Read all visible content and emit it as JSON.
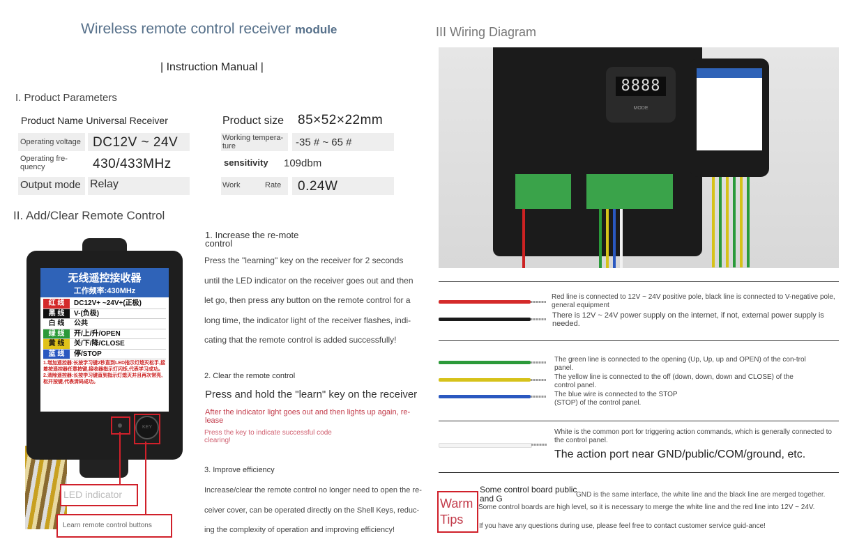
{
  "left": {
    "title": "Wireless remote control receiver",
    "title_module": "module",
    "manual": "| Instruction Manual |",
    "section1": "I. Product Parameters",
    "params": {
      "product_name_label": "Product Name",
      "product_name_value": "Universal Receiver",
      "product_size_label": "Product size",
      "product_size_value": "85×52×22mm",
      "voltage_label": "Operating voltage",
      "voltage_value": "DC12V ~ 24V",
      "temp_label": "Working tempera-ture",
      "temp_value": "-35 # ~ 65 #",
      "freq_label": "Operating fre-quency",
      "freq_value": "430/433MHz",
      "sens_label": "sensitivity",
      "sens_value": "109dbm",
      "output_label": "Output mode",
      "output_value": "Relay",
      "work_label": "Work",
      "rate_label": "Rate",
      "rate_value": "0.24W"
    },
    "section2": "II. Add/Clear Remote Control",
    "step1_title": "1. Increase the re-mote control",
    "step1_body": "Press the \"learning\" key on the receiver for 2 seconds until the LED indicator on the receiver goes out and then let go, then press any button on the remote control for a long time, the indicator light of the receiver flashes, indi-cating that the remote control is added successfully!",
    "step2_title": "2. Clear the remote control",
    "step2_body": "Press and hold the \"learn\" key on the receiver",
    "step2_red1": "After the indicator light goes out and then lights up again, re-lease",
    "step2_red2": "Press the key to indicate successful code clearing!",
    "step3_title": "3. Improve efficiency",
    "step3_body": "Increase/clear the remote control no longer need to open the re-ceiver cover, can be operated directly on the Shell Keys, reduc-ing the complexity of operation and improving efficiency!",
    "led_label": "LED indicator",
    "learn_label": "Learn remote control buttons",
    "device_label": {
      "title": "无线遥控接收器",
      "freq": "工作频率:430MHz",
      "rows": [
        {
          "name": "红 线",
          "desc": "DC12V+ ~24V+(正极)",
          "color": "#d42a2a"
        },
        {
          "name": "黑 线",
          "desc": "V-(负极)",
          "color": "#111111"
        },
        {
          "name": "白 线",
          "desc": "公共",
          "color": "#ffffff"
        },
        {
          "name": "绿 线",
          "desc": "开/上/升/OPEN",
          "color": "#2c9a3a"
        },
        {
          "name": "黄 线",
          "desc": "关/下/降/CLOSE",
          "color": "#e0c21a"
        },
        {
          "name": "蓝 线",
          "desc": "停/STOP",
          "color": "#2a58c0"
        }
      ],
      "note1": "1.增加遥控器:长按学习键2秒直到LED指示灯熄灭松手,接着按遥控器任意按键,接收器指示灯闪烁,代表学习成功。",
      "note2": "2.清除遥控器:长按学习键直到指示灯熄灭并且再次常亮,松开按键,代表清码成功。",
      "key_text": "KEY"
    }
  },
  "right": {
    "section3": "III Wiring Diagram",
    "display": "8888",
    "mode_text": "MODE",
    "wires": {
      "red_black_text1": "Red line is connected to 12V ~ 24V positive pole, black line is connected to V-negative pole, general equipment",
      "red_black_text2": "There is 12V ~ 24V power supply on the internet, if not, external power supply is needed.",
      "green_text": "The green line is connected to the opening (Up, Up, up and OPEN) of the con-trol panel.",
      "yellow_text": "The yellow line is connected to the off (down, down, down and CLOSE) of the control panel.",
      "blue_text": "The blue wire is connected to the STOP (STOP) of the control panel.",
      "white_text1": "White is the common port for triggering action commands, which is generally connected to the control panel.",
      "white_text2": "The action port near GND/public/COM/ground, etc."
    },
    "tips": {
      "label1": "Warm",
      "label2": "Tips",
      "line1a": "Some control board public and G",
      "line1b": "GND is the same interface, the white line and the black line are merged together.",
      "line2": "Some control boards are high level, so it is necessary to merge the white line and the red line into 12V ~ 24V.",
      "line3": "If you have any questions during use, please feel free to contact customer service guid-ance!"
    }
  }
}
